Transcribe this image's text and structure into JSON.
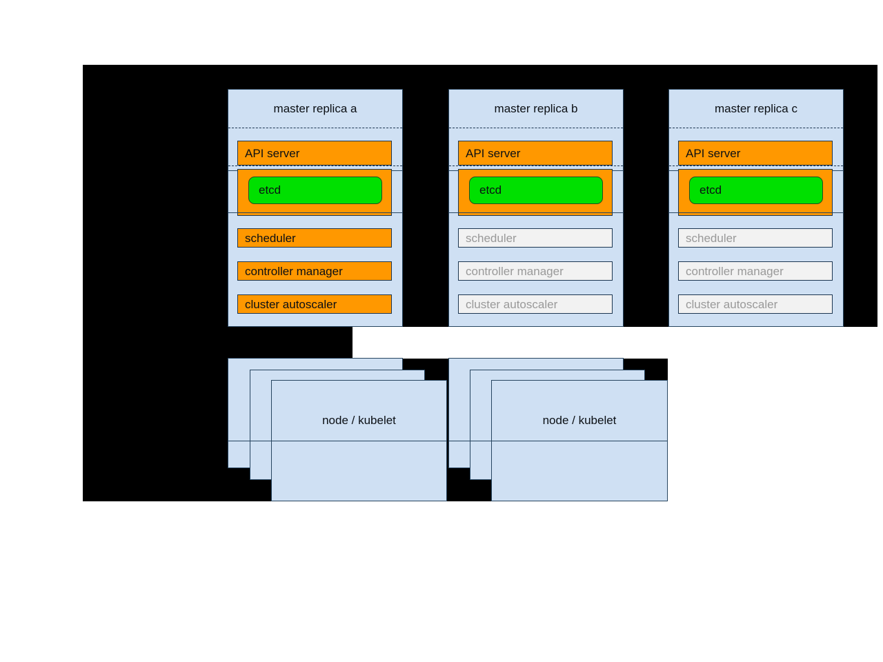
{
  "diagram": {
    "title": "kubernetes-ha-master-topology",
    "type": "architecture-diagram",
    "colors": {
      "background": "#000000",
      "page": "#ffffff",
      "container_fill": "#cfe0f3",
      "container_stroke": "#26445f",
      "active_component_fill": "#ff9800",
      "inactive_component_fill": "#f2f2f2",
      "inactive_component_text": "#999999",
      "etcd_fill": "#00e000",
      "text": "#0b0f14"
    }
  },
  "masters": [
    {
      "title": "master replica a",
      "api_server": {
        "label": "API server",
        "state": "active"
      },
      "etcd": {
        "label": "etcd",
        "state": "active"
      },
      "components": [
        {
          "label": "scheduler",
          "state": "active"
        },
        {
          "label": "controller manager",
          "state": "active"
        },
        {
          "label": "cluster autoscaler",
          "state": "active"
        }
      ]
    },
    {
      "title": "master replica b",
      "api_server": {
        "label": "API server",
        "state": "active"
      },
      "etcd": {
        "label": "etcd",
        "state": "active"
      },
      "components": [
        {
          "label": "scheduler",
          "state": "inactive"
        },
        {
          "label": "controller manager",
          "state": "inactive"
        },
        {
          "label": "cluster autoscaler",
          "state": "inactive"
        }
      ]
    },
    {
      "title": "master replica c",
      "api_server": {
        "label": "API server",
        "state": "active"
      },
      "etcd": {
        "label": "etcd",
        "state": "active"
      },
      "components": [
        {
          "label": "scheduler",
          "state": "inactive"
        },
        {
          "label": "controller manager",
          "state": "inactive"
        },
        {
          "label": "cluster autoscaler",
          "state": "inactive"
        }
      ]
    }
  ],
  "node_groups": [
    {
      "label": "node / kubelet",
      "stack_depth": 3
    },
    {
      "label": "node / kubelet",
      "stack_depth": 3
    }
  ]
}
